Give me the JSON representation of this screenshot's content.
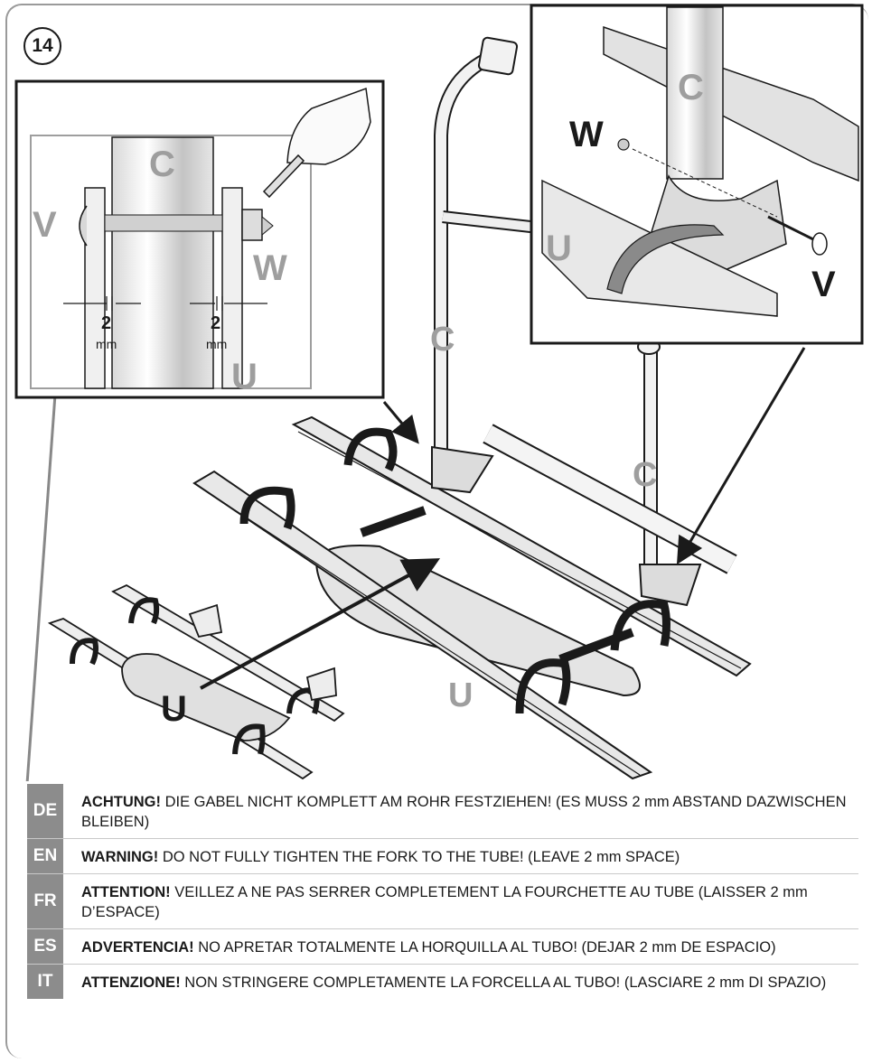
{
  "step_number": "14",
  "detail_left": {
    "labels": {
      "tube": "C",
      "bolt": "V",
      "nut": "W",
      "fork": "U"
    },
    "gap_value": "2",
    "gap_unit": "mm"
  },
  "detail_right": {
    "labels": {
      "tube": "C",
      "nut": "W",
      "bracket": "U",
      "bolt": "V"
    }
  },
  "main_view": {
    "labels": {
      "tube_upper": "C",
      "tube_lower": "C",
      "platform": "U",
      "platform_small": "U"
    }
  },
  "warnings": [
    {
      "lang": "DE",
      "heading": "ACHTUNG!",
      "text": " DIE GABEL NICHT KOMPLETT AM ROHR FESTZIEHEN! (ES MUSS 2 mm ABSTAND DAZWISCHEN BLEIBEN)"
    },
    {
      "lang": "EN",
      "heading": "WARNING!",
      "text": " DO NOT FULLY TIGHTEN THE FORK TO THE TUBE! (LEAVE 2 mm SPACE)"
    },
    {
      "lang": "FR",
      "heading": "ATTENTION!",
      "text": " VEILLEZ A NE PAS SERRER COMPLETEMENT LA FOURCHETTE AU TUBE (LAISSER 2 mm D’ESPACE)"
    },
    {
      "lang": "ES",
      "heading": "ADVERTENCIA!",
      "text": " NO APRETAR TOTALMENTE LA HORQUILLA AL TUBO! (DEJAR 2 mm DE ESPACIO)"
    },
    {
      "lang": "IT",
      "heading": "ATTENZIONE!",
      "text": " NON STRINGERE COMPLETAMENTE LA FORCELLA AL TUBO! (LASCIARE 2 mm DI SPAZIO)"
    }
  ],
  "colors": {
    "label_gray": "#9e9e9e",
    "badge_gray": "#8c8c8c",
    "frame": "#9a9a9a"
  }
}
